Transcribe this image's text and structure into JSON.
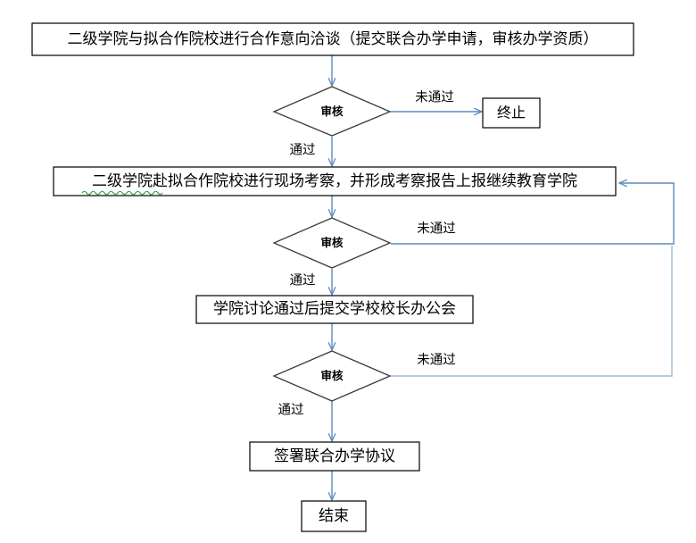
{
  "chart_data": {
    "type": "diagram",
    "title": "",
    "orientation": "top-to-bottom",
    "accent_color": "#5b8cc0",
    "node_border_color": "#000000",
    "diamond_border_color": "#3c3c3c",
    "spellcheck_underline_color": "#2f9e44"
  },
  "nodes": {
    "start_process": {
      "label": "二级学院与拟合作院校进行合作意向洽谈（提交联合办学申请，审核办学资质）",
      "shape": "rectangle"
    },
    "review_1": {
      "label": "审核",
      "shape": "diamond"
    },
    "terminate": {
      "label": "终止",
      "shape": "rectangle"
    },
    "site_visit": {
      "label": "二级学院赴拟合作院校进行现场考察，并形成考察报告上报继续教育学院",
      "shape": "rectangle"
    },
    "review_2": {
      "label": "审核",
      "shape": "diamond"
    },
    "president_meeting": {
      "label": "学院讨论通过后提交学校校长办公会",
      "shape": "rectangle"
    },
    "review_3": {
      "label": "审核",
      "shape": "diamond"
    },
    "sign_agreement": {
      "label": "签署联合办学协议",
      "shape": "rectangle"
    },
    "end": {
      "label": "结束",
      "shape": "rectangle"
    }
  },
  "edges": {
    "review_1_fail": "未通过",
    "review_1_pass": "通过",
    "review_2_fail": "未通过",
    "review_2_pass": "通过",
    "review_3_fail": "未通过",
    "review_3_pass": "通过"
  }
}
